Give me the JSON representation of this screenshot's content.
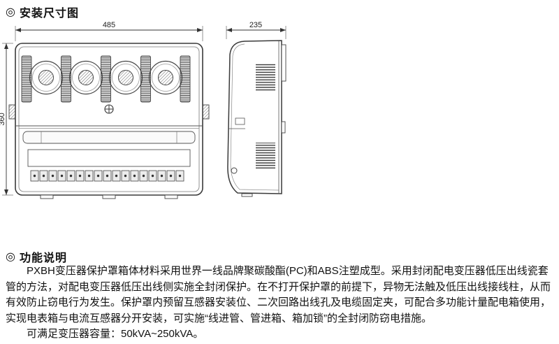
{
  "page": {
    "bullet1": "◎",
    "bullet2": "◎",
    "section1_title": "安装尺寸图",
    "section2_title": "功能说明"
  },
  "drawing": {
    "front_width": "485",
    "front_height": "360",
    "side_width": "235"
  },
  "description": {
    "paragraph1": "PXBH变压器保护罩箱体材料采用世界一线品牌聚碳酸酯(PC)和ABS注塑成型。采用封闭配电变压器低压出线瓷套管的方法，对配电变压器低压出线侧实施全封闭保护。在不打开保护罩的前提下，异物无法触及低压出线接线柱，从而有效防止窃电行为发生。保护罩内预留互感器安装位、二次回路出线孔及电缆固定夹，可配合多功能计量配电箱使用，实现电表箱与电流互感器分开安装，可实施“线进管、管进箱、箱加锁”的全封闭防窃电措施。",
    "paragraph2": "可满足变压器容量：50kVA~250kVA。"
  }
}
